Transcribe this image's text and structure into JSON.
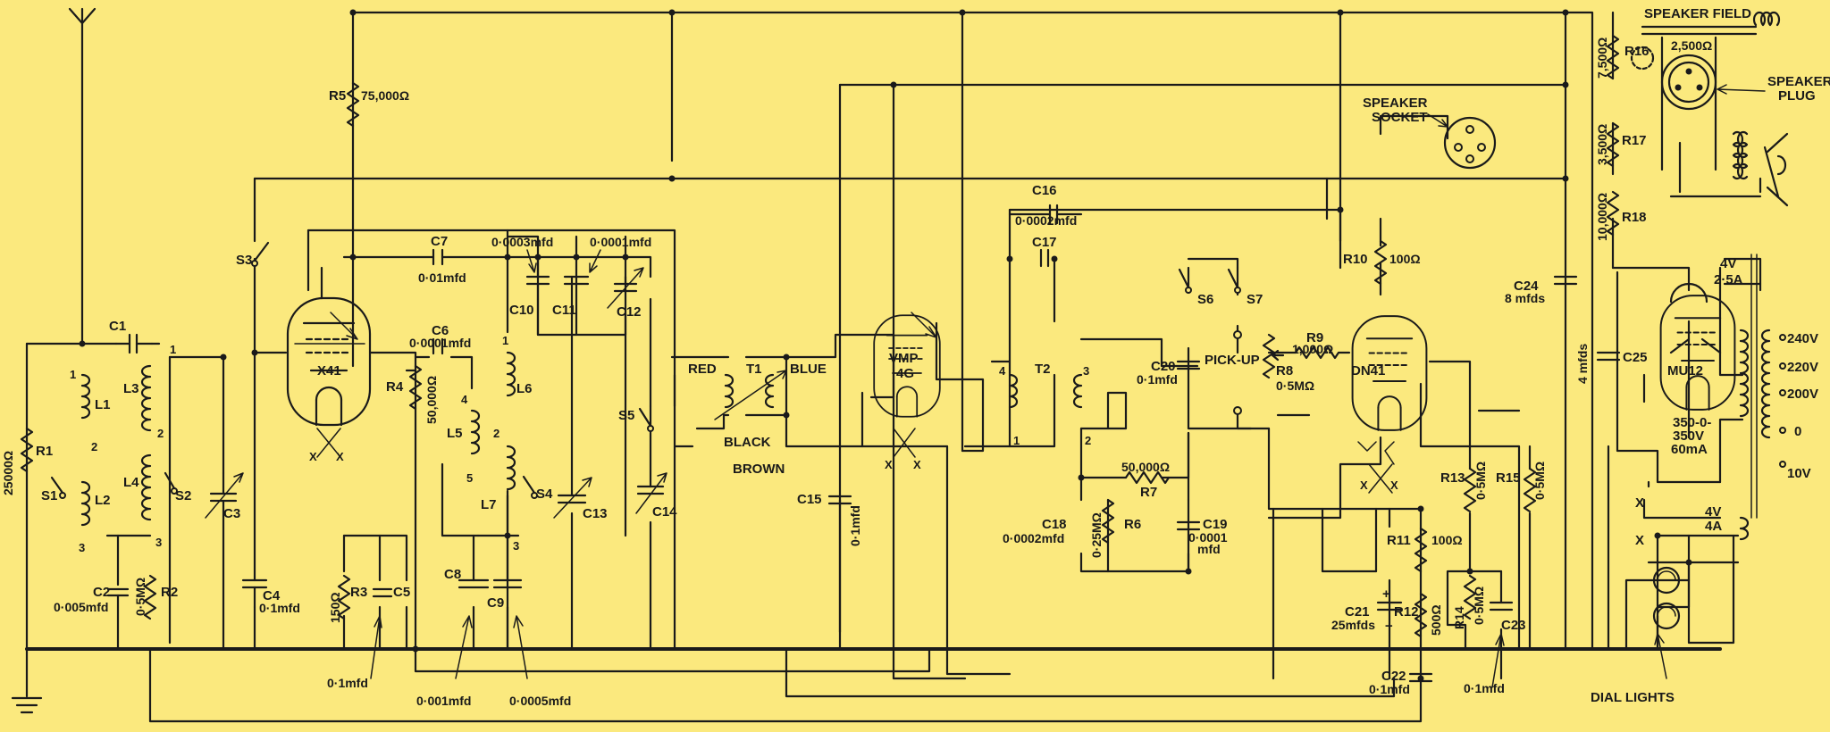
{
  "components": {
    "R1": {
      "label": "R1",
      "value": "25000Ω"
    },
    "R2": {
      "label": "R2",
      "value": "0·5MΩ"
    },
    "R3": {
      "label": "R3",
      "value": "150Ω"
    },
    "R4": {
      "label": "R4",
      "value": "50,000Ω"
    },
    "R5": {
      "label": "R5",
      "value": "75,000Ω"
    },
    "R6": {
      "label": "R6",
      "value": "0·25MΩ"
    },
    "R7": {
      "label": "R7",
      "value": "50,000Ω"
    },
    "R8": {
      "label": "R8",
      "value": "0·5MΩ"
    },
    "R9": {
      "label": "R9",
      "value": "1,000Ω"
    },
    "R10": {
      "label": "R10",
      "value": "100Ω"
    },
    "R11": {
      "label": "R11",
      "value": "100Ω"
    },
    "R12": {
      "label": "R12",
      "value": "500Ω"
    },
    "R13": {
      "label": "R13",
      "value": "0·5MΩ"
    },
    "R14": {
      "label": "R14",
      "value": "0·5MΩ"
    },
    "R15": {
      "label": "R15",
      "value": "0·5MΩ"
    },
    "R16": {
      "label": "R16",
      "value": "7,500Ω"
    },
    "R17": {
      "label": "R17",
      "value": "3,500Ω"
    },
    "R18": {
      "label": "R18",
      "value": "10,000Ω"
    },
    "C1": {
      "label": "C1"
    },
    "C2": {
      "label": "C2",
      "value": "0·005mfd"
    },
    "C3": {
      "label": "C3"
    },
    "C4": {
      "label": "C4",
      "value": "0·1mfd"
    },
    "C5": {
      "label": "C5",
      "value": "0·1mfd"
    },
    "C6": {
      "label": "C6",
      "value": "0·0001mfd"
    },
    "C7": {
      "label": "C7",
      "value": "0·01mfd"
    },
    "C8": {
      "label": "C8",
      "value": "0·001mfd"
    },
    "C9": {
      "label": "C9",
      "value": "0·0005mfd"
    },
    "C10": {
      "label": "C10",
      "value": "0·0003mfd"
    },
    "C11": {
      "label": "C11",
      "value": "0·0001mfd"
    },
    "C12": {
      "label": "C12"
    },
    "C13": {
      "label": "C13"
    },
    "C14": {
      "label": "C14"
    },
    "C15": {
      "label": "C15",
      "value": "0·1mfd"
    },
    "C16": {
      "label": "C16",
      "value": "0·0002mfd"
    },
    "C17": {
      "label": "C17"
    },
    "C18": {
      "label": "C18",
      "value": "0·0002mfd"
    },
    "C19": {
      "label": "C19",
      "value": "0·0001",
      "value2": "mfd"
    },
    "C20": {
      "label": "C20",
      "value": "0·1mfd"
    },
    "C21": {
      "label": "C21",
      "value": "25mfds"
    },
    "C22": {
      "label": "C22",
      "value": "0·1mfd"
    },
    "C23": {
      "label": "C23",
      "value": "0·1mfd"
    },
    "C24": {
      "label": "C24",
      "value": "8 mfds"
    },
    "C25": {
      "label": "C25",
      "value": "4 mfds"
    }
  },
  "coils": {
    "L1": "L1",
    "L2": "L2",
    "L3": "L3",
    "L4": "L4",
    "L5": "L5",
    "L6": "L6",
    "L7": "L7"
  },
  "switches": {
    "S1": "S1",
    "S2": "S2",
    "S3": "S3",
    "S4": "S4",
    "S5": "S5",
    "S6": "S6",
    "S7": "S7"
  },
  "valves": {
    "X41": "X41",
    "VMP": "VMP",
    "VMP_sub": "4G",
    "DN41": "DN41",
    "MU12": "MU12"
  },
  "transformers": {
    "T1": "T1",
    "T2": "T2"
  },
  "wire_colors": {
    "red": "RED",
    "blue": "BLUE",
    "black": "BLACK",
    "brown": "BROWN"
  },
  "pins": {
    "p1": "1",
    "p2": "2",
    "p3": "3",
    "p4": "4",
    "p5": "5",
    "x": "X",
    "polarity_plus": "+",
    "polarity_minus": "−"
  },
  "labels": {
    "pick_up": "PICK-UP",
    "speaker_socket_1": "SPEAKER",
    "speaker_socket_2": "SOCKET",
    "speaker_field": "SPEAKER FIELD",
    "speaker_field_value": "2,500Ω",
    "speaker_plug_1": "SPEAKER",
    "speaker_plug_2": "PLUG",
    "dial_lights": "DIAL LIGHTS"
  },
  "power": {
    "tap_240": "240V",
    "tap_220": "220V",
    "tap_200": "200V",
    "tap_0": "0",
    "tap_10": "10V",
    "heater_4v": "4V",
    "heater_25a": "2·5A",
    "hv_1": "350-0-",
    "hv_2": "350V",
    "hv_3": "60mA",
    "lamp_4v": "4V",
    "lamp_4a": "4A"
  },
  "colors": {
    "background": "#fbe97e",
    "ink": "#1a1a1a"
  }
}
